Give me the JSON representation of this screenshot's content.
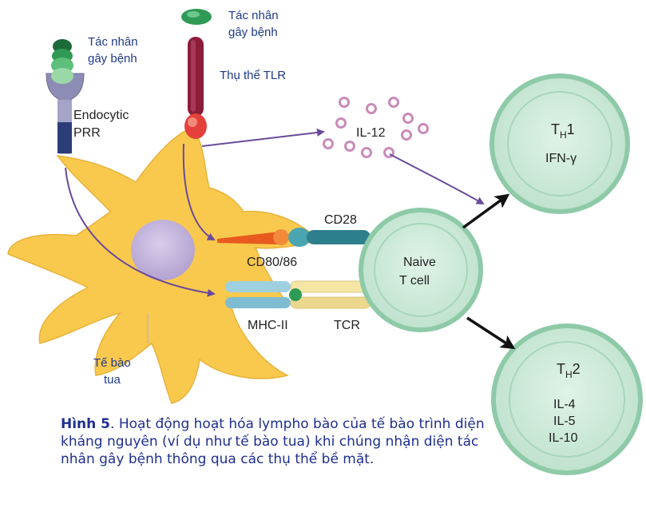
{
  "labels": {
    "pathogen_top": [
      "Tác nhân",
      "gây bệnh"
    ],
    "pathogen_left": [
      "Tác nhân",
      "gây bệnh"
    ],
    "tlr": "Thụ thể TLR",
    "endocytic": [
      "Endocytic",
      "PRR"
    ],
    "il12": "IL-12",
    "cd28": "CD28",
    "cd8086": "CD80/86",
    "mhc": "MHC-II",
    "tcr": "TCR",
    "dendritic": [
      "Tế bào",
      "tua"
    ],
    "naive": [
      "Naive",
      "T cell"
    ],
    "th1": {
      "t": "T",
      "sub": "H",
      "num": "1",
      "cytokines": [
        "IFN-γ"
      ]
    },
    "th2": {
      "t": "T",
      "sub": "H",
      "num": "2",
      "cytokines": [
        "IL-4",
        "IL-5",
        "IL-10"
      ]
    }
  },
  "caption": {
    "title": "Hình 5",
    "text": ". Hoạt động hoạt hóa lympho bào của tế bào trình diện kháng nguyên (ví dụ như tế bào tua) khi chúng nhận diện tác nhân gây bệnh thông qua các thụ thể bề mặt."
  },
  "colors": {
    "cell_body": "#f9c94e",
    "nucleus": "#c4b5dc",
    "t_cell_fill": "#c8e8d6",
    "t_cell_ring": "#8ecaa8",
    "il12_dots": "#c98bb8",
    "arrow_purple": "#6a4a9a",
    "arrow_black": "#111111",
    "tlr_receptor": "#8b1c3a",
    "pathogen_green": "#2f9a55",
    "caption_blue": "#1f2f8f"
  }
}
